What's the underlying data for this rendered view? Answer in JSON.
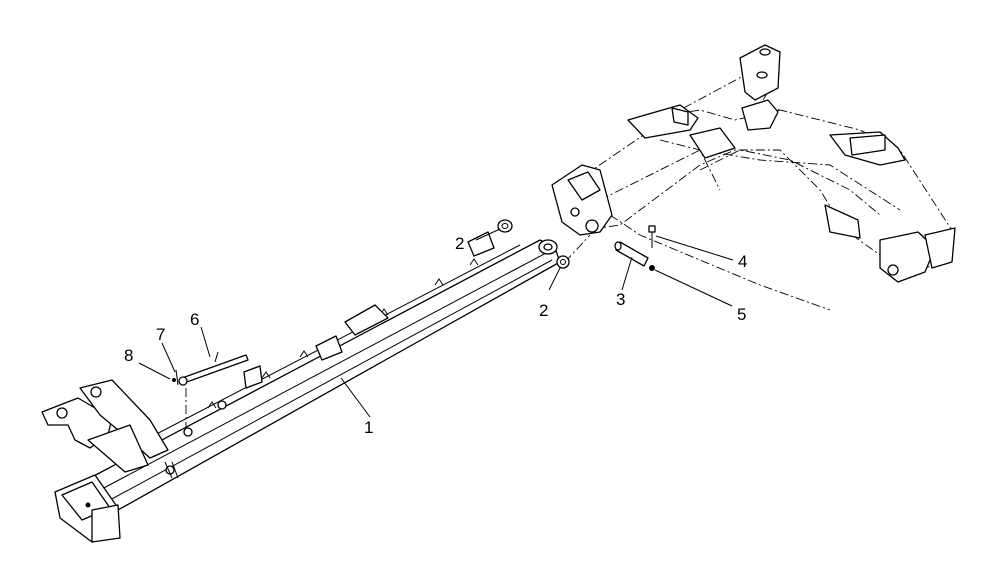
{
  "diagram": {
    "callouts": [
      {
        "id": "c1",
        "number": "1"
      },
      {
        "id": "c2a",
        "number": "2"
      },
      {
        "id": "c2b",
        "number": "2"
      },
      {
        "id": "c3",
        "number": "3"
      },
      {
        "id": "c4",
        "number": "4"
      },
      {
        "id": "c5",
        "number": "5"
      },
      {
        "id": "c6",
        "number": "6"
      },
      {
        "id": "c7",
        "number": "7"
      },
      {
        "id": "c8",
        "number": "8"
      }
    ],
    "colors": {
      "line": "#000000",
      "background": "#ffffff"
    }
  }
}
